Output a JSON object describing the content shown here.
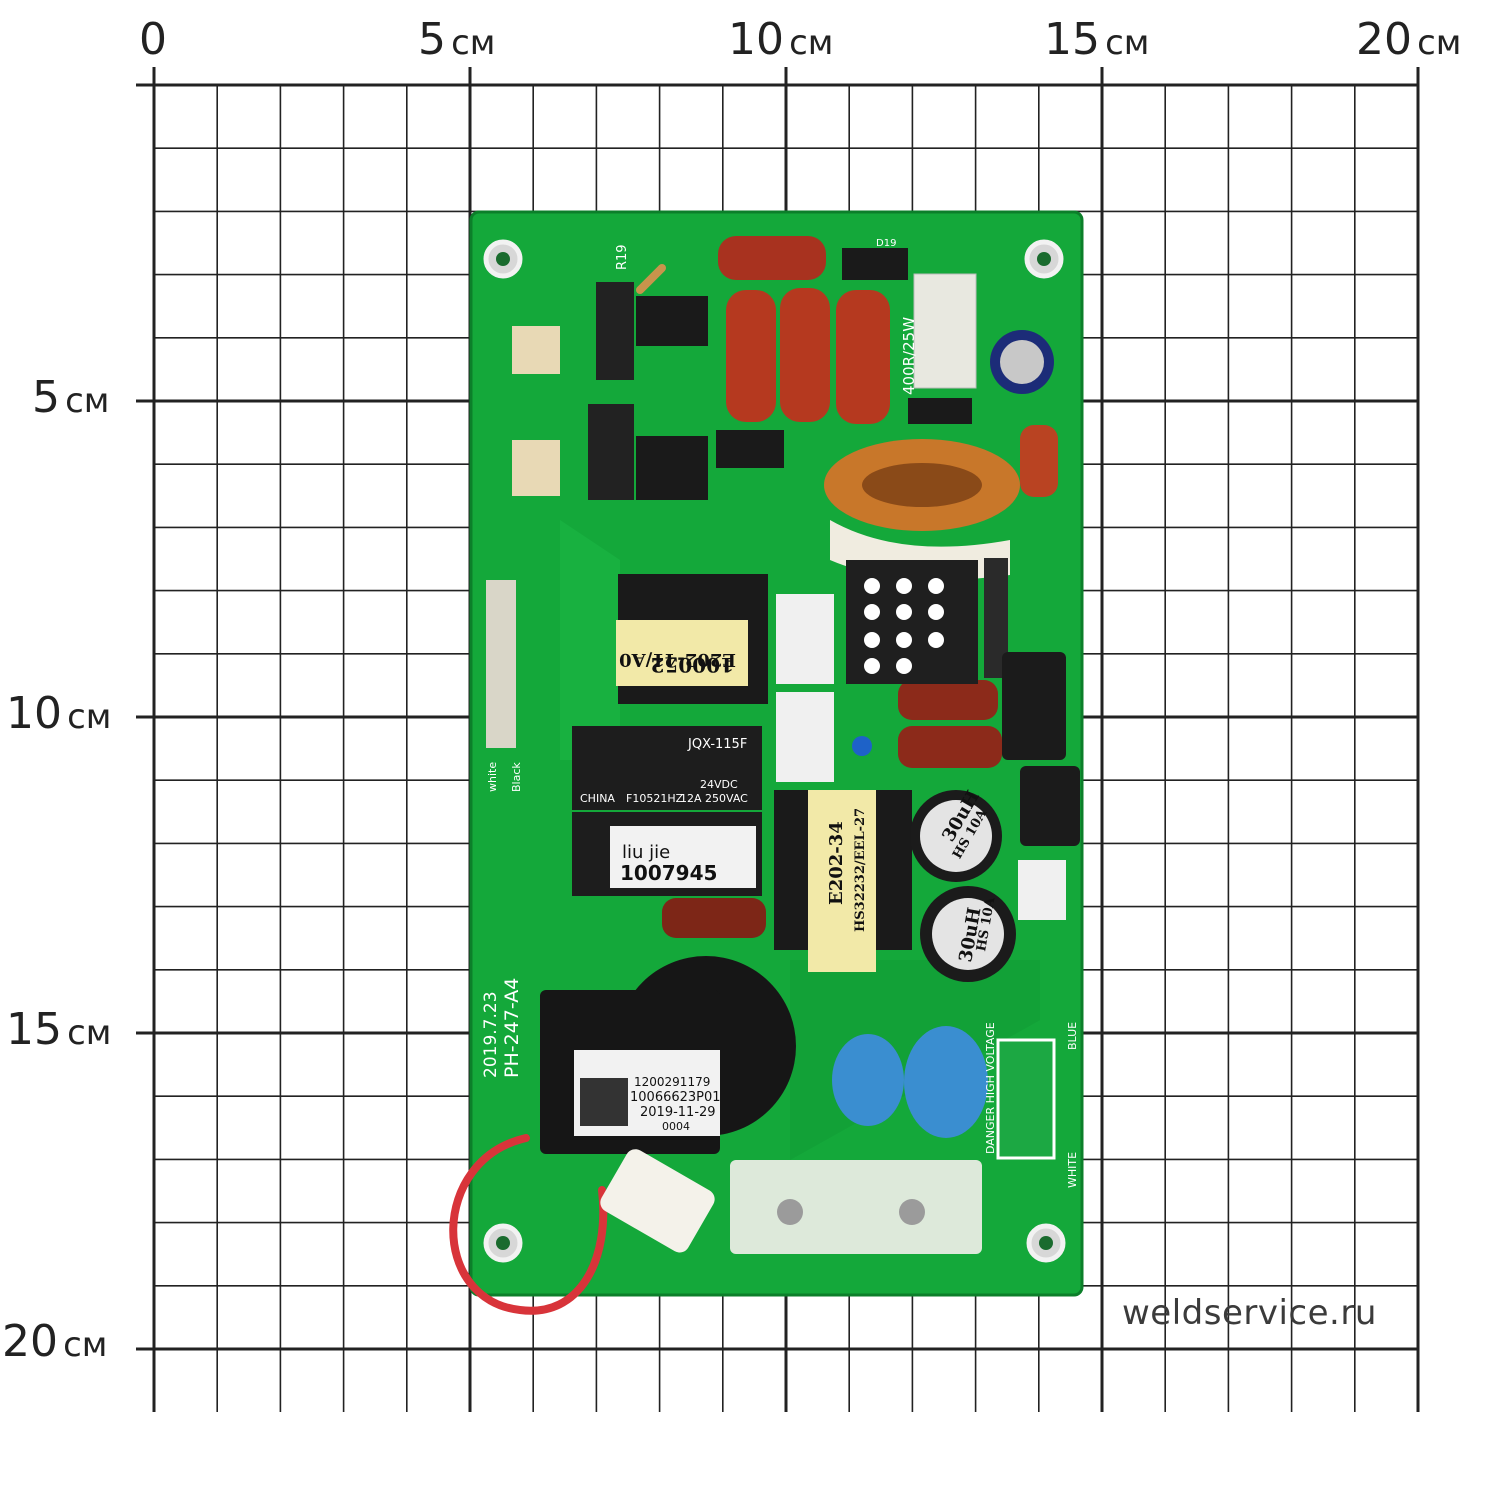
{
  "ruler": {
    "unit": "см",
    "top_ticks": [
      "0",
      "5",
      "10",
      "15",
      "20"
    ],
    "left_ticks": [
      "5",
      "10",
      "15",
      "20"
    ]
  },
  "watermark": "weldservice.ru",
  "colors": {
    "pcb_green": "#14a83a",
    "grid_line": "#222222",
    "capacitor_brown": "#a8321f",
    "copper": "#c8772a"
  },
  "labels": {
    "transformer_top_line1": "E202-41/A0",
    "transformer_top_line2": "100052",
    "transformer_bottom_line1": "E202-34",
    "transformer_bottom_line2": "HS32232/EEL-27",
    "relay_model": "JQX-115F",
    "relay_spec": "12A 250VAC",
    "relay_volt": "24VDC",
    "relay_made": "CHINA",
    "relay_code": "F10521HZ",
    "relay2_name": "liu  jie",
    "relay2_code": "1007945",
    "inductor_value": "30uH",
    "inductor_spec": "HS 10A",
    "board_date": "2019.7.23",
    "board_model": "PH-247-A4",
    "hv_label_line1": "1200291179",
    "hv_label_line2": "10066623P01",
    "hv_label_line3": "2019-11-29",
    "hv_label_line4": "0004",
    "resistor_label": "400R/25W",
    "wire_white": "white",
    "wire_black": "Black",
    "warning_text": "DANGER HIGH VOLTAGE",
    "side_blue": "BLUE",
    "side_white": "WHITE",
    "ref_r19": "R19",
    "ref_d19": "D19"
  }
}
